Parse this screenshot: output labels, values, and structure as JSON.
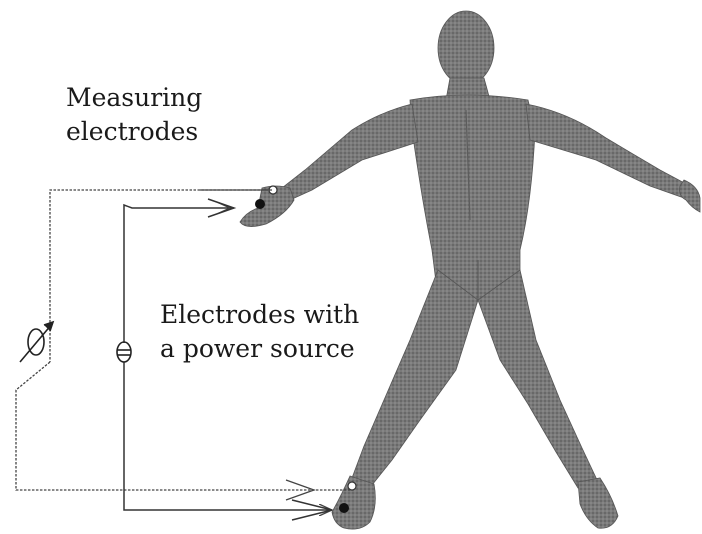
{
  "labels": {
    "measuring_line1": "Measuring",
    "measuring_line2": "electrodes",
    "power_line1": "Electrodes with",
    "power_line2": "a power source"
  },
  "colors": {
    "wire": "#444444",
    "body": "#6f6f6f",
    "electrode_measuring": "#ffffff",
    "electrode_power": "#111111"
  },
  "icons": {
    "voltmeter": "voltmeter-icon",
    "current_source": "current-source-icon"
  }
}
